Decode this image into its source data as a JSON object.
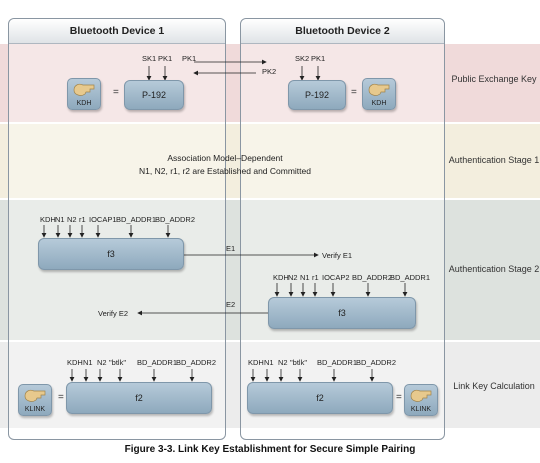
{
  "devices": {
    "device1": "Bluetooth Device 1",
    "device2": "Bluetooth Device 2"
  },
  "stages": {
    "public_key_exchange": "Public Exchange Key",
    "auth_stage1": "Authentication Stage 1",
    "auth_stage2": "Authentication Stage 2",
    "link_key_calc": "Link Key Calculation"
  },
  "public_exchange": {
    "sk1": "SK1",
    "pk1": "PK1",
    "sk2": "SK2",
    "pk2": "PK2",
    "pk1_arrow": "PK1",
    "pk2_arrow": "PK2",
    "p192_left": "P-192",
    "p192_right": "P-192",
    "kdh": "KDH",
    "equals": "="
  },
  "association": {
    "line1": "Association Model–Dependent",
    "line2": "N1, N2, r1, r2 are Established and Committed"
  },
  "auth2": {
    "f3_left_inputs": [
      "KDH",
      "N1",
      "N2",
      "r1",
      "IOCAP1",
      "BD_ADDR1",
      "BD_ADDR2"
    ],
    "f3_right_inputs": [
      "KDH",
      "N2",
      "N1",
      "r1",
      "IOCAP2",
      "BD_ADDR2",
      "BD_ADDR1"
    ],
    "f3": "f3",
    "e1": "E1",
    "e2": "E2",
    "verify_e1": "Verify E1",
    "verify_e2": "Verify E2"
  },
  "link_key": {
    "f2_left_inputs": [
      "KDH",
      "N1",
      "N2",
      "\"btlk\"",
      "BD_ADDR1",
      "BD_ADDR2"
    ],
    "f2_right_inputs": [
      "KDH",
      "N1",
      "N2",
      "\"btlk\"",
      "BD_ADDR1",
      "BD_ADDR2"
    ],
    "f2": "f2",
    "klink": "KLINK",
    "equals": "="
  },
  "caption": "Figure 3-3. Link Key Establishment for Secure Simple Pairing",
  "colors": {
    "band_pink": "#f0dada",
    "band_cream": "#f3eede",
    "band_teal": "#dde2de",
    "band_gray": "#ececec",
    "box": "#9fb7c9",
    "key": "#e7c98d"
  },
  "icons": [
    "key-icon"
  ]
}
